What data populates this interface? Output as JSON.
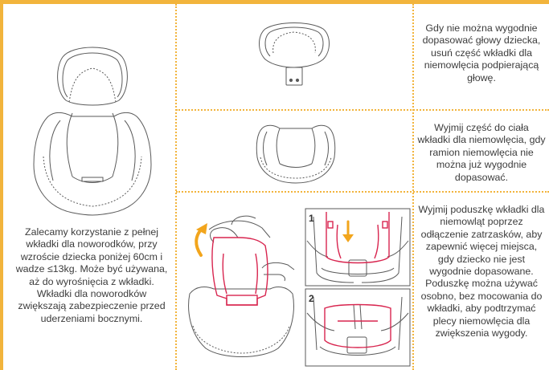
{
  "left_caption": "Zalecamy korzystanie z pełnej wkładki dla noworodków, przy wzroście dziecka poniżej 60cm i wadze ≤13kg. Może być używana, aż do wyrośnięcia z wkładki. Wkładki dla noworodków zwiększają zabezpieczenie przed uderzeniami bocznymi.",
  "rows": [
    {
      "text": "Gdy nie można wygodnie dopasować głowy dziecka, usuń część wkładki dla niemowlęcia podpierającą głowę."
    },
    {
      "text": "Wyjmij część do ciała wkładki dla niemowlęcia, gdy ramion niemowlęcia nie można już wygodnie dopasować."
    },
    {
      "text": "Wyjmij poduszkę wkładki dla niemowląt poprzez odłączenie zatrzasków, aby zapewnić więcej miejsca, gdy dziecko nie jest wygodnie dopasowane. Poduszkę można używać osobno, bez mocowania do wkładki, aby podtrzymać plecy niemowlęcia dla zwiększenia wygody.",
      "step_labels": [
        "1",
        "2"
      ]
    }
  ],
  "colors": {
    "border": "#f2b43c",
    "accent_red": "#d8254f",
    "arrow_orange": "#f2a51c",
    "line": "#555555"
  }
}
